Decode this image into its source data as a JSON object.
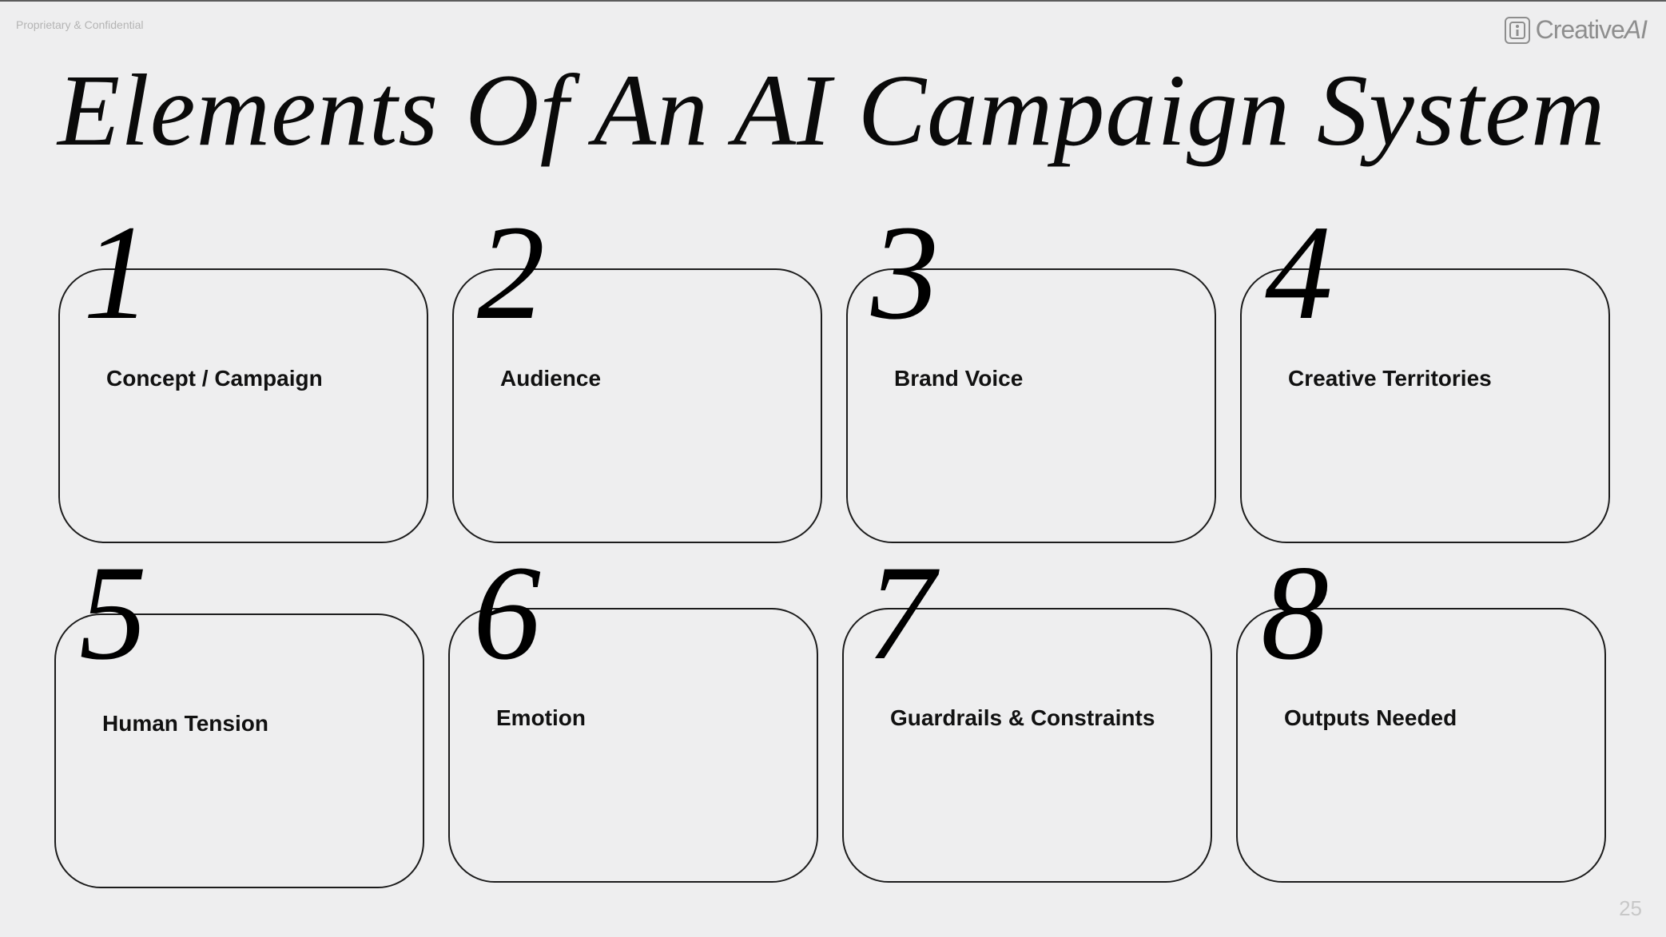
{
  "header": {
    "confidential_label": "Proprietary & Confidential",
    "brand": {
      "icon": "creative-ai-logo-icon",
      "name_main": "Creative",
      "name_ai": "AI"
    }
  },
  "title": "Elements Of An AI Campaign System",
  "cards": [
    {
      "number": "1",
      "label": "Concept / Campaign"
    },
    {
      "number": "2",
      "label": "Audience"
    },
    {
      "number": "3",
      "label": "Brand Voice"
    },
    {
      "number": "4",
      "label": "Creative Territories"
    },
    {
      "number": "5",
      "label": "Human Tension"
    },
    {
      "number": "6",
      "label": "Emotion"
    },
    {
      "number": "7",
      "label": "Guardrails & Constraints"
    },
    {
      "number": "8",
      "label": "Outputs Needed"
    }
  ],
  "page_number": "25",
  "colors": {
    "background": "#eeeeef",
    "text": "#0a0a0a",
    "muted": "#b4b4b4",
    "card_border": "#1c1c1c"
  }
}
